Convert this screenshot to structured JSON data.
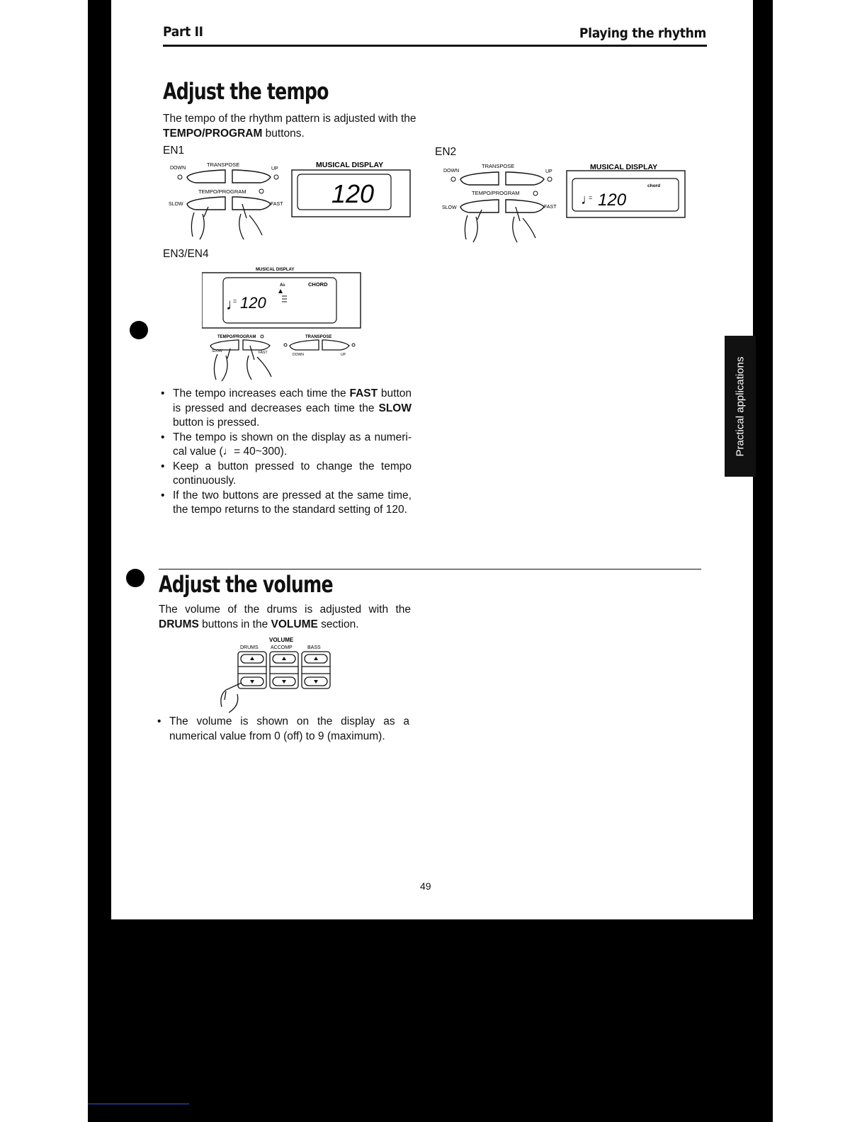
{
  "header": {
    "left": "Part II",
    "right": "Playing the rhythm"
  },
  "section_tempo": {
    "title": "Adjust the tempo",
    "intro_pre": "The tempo of the rhythm pattern is adjusted with the ",
    "intro_bold": "TEMPO/PROGRAM",
    "intro_post": " buttons.",
    "models": {
      "en1": "EN1",
      "en2": "EN2",
      "en34": "EN3/EN4"
    },
    "panel_labels": {
      "transpose": "TRANSPOSE",
      "down": "DOWN",
      "up": "UP",
      "tempo_program": "TEMPO/PROGRAM",
      "slow": "SLOW",
      "fast": "FAST",
      "musical_display": "MUSICAL DISPLAY",
      "chord_lower": "chord",
      "chord_upper": "CHORD",
      "ab": "A♭"
    },
    "display_value": "120",
    "bullets": [
      {
        "pre": "The tempo increases each time the ",
        "b1": "FAST",
        "mid": " but­ton is pressed and decreases each time the ",
        "b2": "SLOW",
        "post": " button is pressed."
      },
      {
        "text": "The tempo is shown on the display as a numeri­cal value (♩= 40~300)."
      },
      {
        "text": "Keep a button pressed to change the tempo continuously."
      },
      {
        "text": "If the two buttons are pressed at the same time, the tempo returns to the standard setting of 120."
      }
    ]
  },
  "section_volume": {
    "title": "Adjust the volume",
    "intro_pre": "The volume of the drums is adjusted with the ",
    "intro_b1": "DRUMS",
    "intro_mid": " buttons in the ",
    "intro_b2": "VOLUME",
    "intro_post": " section.",
    "panel": {
      "volume": "VOLUME",
      "drums": "DRUMS",
      "accomp": "ACCOMP",
      "bass": "BASS"
    },
    "bullet": "The volume is shown on the display as a numerical value from 0 (off) to 9 (maximum)."
  },
  "side_tab": "Practical applications",
  "page_number": "49"
}
